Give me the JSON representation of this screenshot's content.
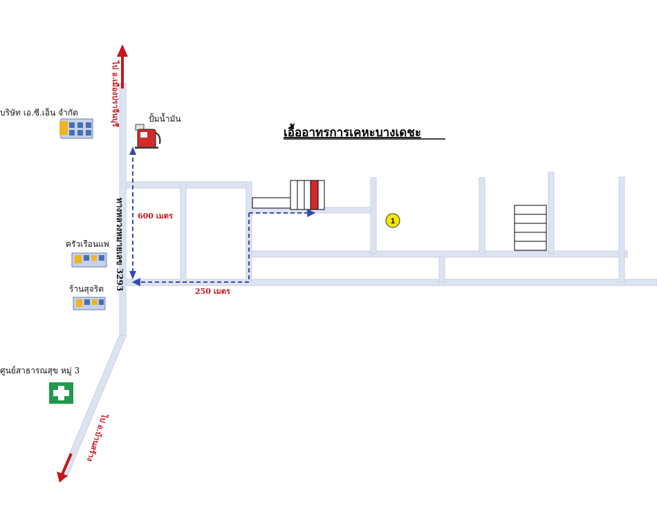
{
  "map": {
    "title": "เอื้ออาทรการเคหะบางเดชะ",
    "labels": {
      "north_direction": "ไป อ.เมืองปราจีนบุรี",
      "south_direction": "ไป อ.บ้านสร้าง",
      "highway": "ทางหลวงหมายเลข 3293",
      "gas_station": "ปั้มน้ำมัน",
      "company": "บริษัท เอ.ซี.เอ็น จำกัด",
      "restaurant": "ครัวเรือนแพ",
      "shop": "ร้านสุจริต",
      "health_center": "ศูนย์สาธารณสุข หมู่ 3"
    },
    "distances": {
      "vertical": "600 เมตร",
      "horizontal": "250 เมตร"
    },
    "marker": {
      "number": "1"
    }
  },
  "colors": {
    "road": "#dde3f1",
    "route": "#3448b0",
    "accent_red": "#c4161c",
    "marker_yellow": "#f3e600",
    "health_green": "#1e9a4a"
  },
  "icons": {
    "gas_station": "gas-pump-icon",
    "company": "building-icon",
    "restaurant": "restaurant-icon",
    "shop": "shop-icon",
    "health_center": "health-cross-icon"
  }
}
